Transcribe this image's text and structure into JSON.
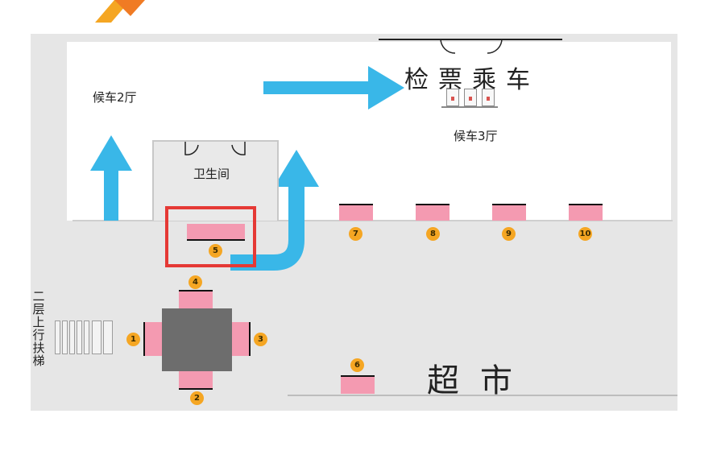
{
  "header": {
    "title_partial": ""
  },
  "areas": {
    "waiting_hall_2": "候车2厅",
    "ticket_check": "检票乘车",
    "waiting_hall_3": "候车3厅",
    "restroom": "卫生间",
    "supermarket": "超市",
    "escalator": "二层上行扶梯"
  },
  "seat_groups": [
    "1",
    "2",
    "3",
    "4",
    "5",
    "6",
    "7",
    "8",
    "9",
    "10"
  ],
  "colors": {
    "arrow": "#39b7e8",
    "seat": "#f49ab1",
    "badge": "#f5a623",
    "highlight": "#e53935",
    "pillar": "#6d6d6d"
  },
  "highlighted_seat": "5"
}
